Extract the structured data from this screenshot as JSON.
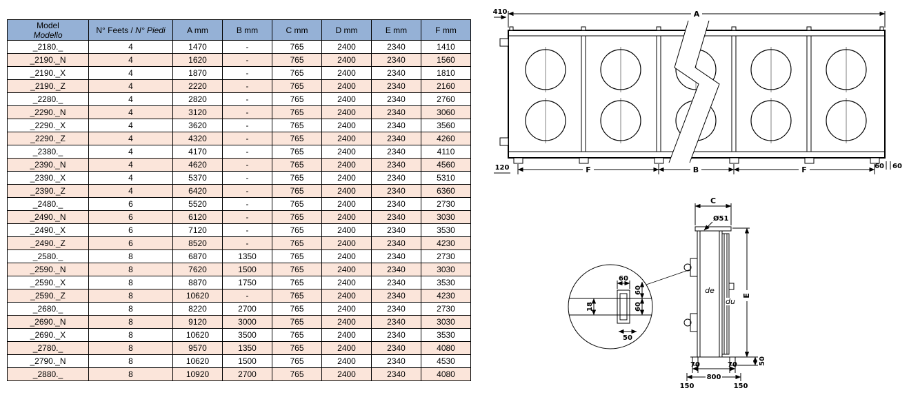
{
  "colors": {
    "header_bg": "#95b1d6",
    "row_alt": "#fbe5da"
  },
  "table": {
    "headers": {
      "model_line1": "Model",
      "model_line2": "Modello",
      "feets_part1": "N° Feets / ",
      "feets_part2": "N° Piedi",
      "cols": [
        "A mm",
        "B mm",
        "C mm",
        "D mm",
        "E mm",
        "F mm"
      ]
    },
    "rows": [
      [
        "_2180._",
        "4",
        "1470",
        "-",
        "765",
        "2400",
        "2340",
        "1410"
      ],
      [
        "_2190._N",
        "4",
        "1620",
        "-",
        "765",
        "2400",
        "2340",
        "1560"
      ],
      [
        "_2190._X",
        "4",
        "1870",
        "-",
        "765",
        "2400",
        "2340",
        "1810"
      ],
      [
        "_2190._Z",
        "4",
        "2220",
        "-",
        "765",
        "2400",
        "2340",
        "2160"
      ],
      [
        "_2280._",
        "4",
        "2820",
        "-",
        "765",
        "2400",
        "2340",
        "2760"
      ],
      [
        "_2290._N",
        "4",
        "3120",
        "-",
        "765",
        "2400",
        "2340",
        "3060"
      ],
      [
        "_2290._X",
        "4",
        "3620",
        "-",
        "765",
        "2400",
        "2340",
        "3560"
      ],
      [
        "_2290._Z",
        "4",
        "4320",
        "-",
        "765",
        "2400",
        "2340",
        "4260"
      ],
      [
        "_2380._",
        "4",
        "4170",
        "-",
        "765",
        "2400",
        "2340",
        "4110"
      ],
      [
        "_2390._N",
        "4",
        "4620",
        "-",
        "765",
        "2400",
        "2340",
        "4560"
      ],
      [
        "_2390._X",
        "4",
        "5370",
        "-",
        "765",
        "2400",
        "2340",
        "5310"
      ],
      [
        "_2390._Z",
        "4",
        "6420",
        "-",
        "765",
        "2400",
        "2340",
        "6360"
      ],
      [
        "_2480._",
        "6",
        "5520",
        "-",
        "765",
        "2400",
        "2340",
        "2730"
      ],
      [
        "_2490._N",
        "6",
        "6120",
        "-",
        "765",
        "2400",
        "2340",
        "3030"
      ],
      [
        "_2490._X",
        "6",
        "7120",
        "-",
        "765",
        "2400",
        "2340",
        "3530"
      ],
      [
        "_2490._Z",
        "6",
        "8520",
        "-",
        "765",
        "2400",
        "2340",
        "4230"
      ],
      [
        "_2580._",
        "8",
        "6870",
        "1350",
        "765",
        "2400",
        "2340",
        "2730"
      ],
      [
        "_2590._N",
        "8",
        "7620",
        "1500",
        "765",
        "2400",
        "2340",
        "3030"
      ],
      [
        "_2590._X",
        "8",
        "8870",
        "1750",
        "765",
        "2400",
        "2340",
        "3530"
      ],
      [
        "_2590._Z",
        "8",
        "10620",
        "-",
        "765",
        "2400",
        "2340",
        "4230"
      ],
      [
        "_2680._",
        "8",
        "8220",
        "2700",
        "765",
        "2400",
        "2340",
        "2730"
      ],
      [
        "_2690._N",
        "8",
        "9120",
        "3000",
        "765",
        "2400",
        "2340",
        "3030"
      ],
      [
        "_2690._X",
        "8",
        "10620",
        "3500",
        "765",
        "2400",
        "2340",
        "3530"
      ],
      [
        "_2780._",
        "8",
        "9570",
        "1350",
        "765",
        "2400",
        "2340",
        "4080"
      ],
      [
        "_2790._N",
        "8",
        "10620",
        "1500",
        "765",
        "2400",
        "2340",
        "4530"
      ],
      [
        "_2880._",
        "8",
        "10920",
        "2700",
        "765",
        "2400",
        "2340",
        "4080"
      ]
    ]
  },
  "front_view": {
    "labels": {
      "a": "A",
      "d410": "410",
      "d120": "120",
      "f_left": "F",
      "b": "B",
      "f_right": "F",
      "d60_left": "60",
      "d60_right": "60"
    }
  },
  "side_view": {
    "labels": {
      "c": "C",
      "diam": "Ø51",
      "e": "E",
      "de": "de",
      "du": "du",
      "d70_left": "70",
      "d70_right": "70",
      "d800": "800",
      "d150_left": "150",
      "d150_right": "150",
      "d50_foot": "50",
      "detail_60_top": "60",
      "detail_18": "18",
      "detail_60_r1": "60",
      "detail_60_r2": "60",
      "detail_50": "50"
    }
  }
}
